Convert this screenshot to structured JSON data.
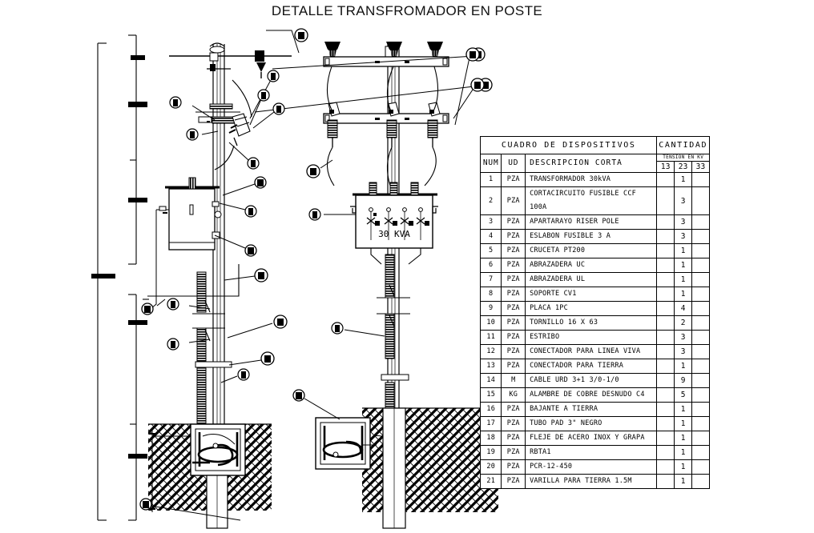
{
  "drawing": {
    "title": "DETALLE TRANSFROMADOR EN POSTE",
    "transformer_rating_label": "30 KVA"
  },
  "table": {
    "title": "CUADRO DE DISPOSITIVOS",
    "quantity_header": "CANTIDAD",
    "tension_header": "TENSION EN KV",
    "columns": {
      "num": "NUM",
      "ud": "UD",
      "description": "DESCRIPCION CORTA"
    },
    "kv_columns": [
      "13",
      "23",
      "33"
    ],
    "rows": [
      {
        "num": "1",
        "ud": "PZA",
        "desc": "TRANSFORMADOR 30kVA",
        "q13": "",
        "q23": "1",
        "q33": ""
      },
      {
        "num": "2",
        "ud": "PZA",
        "desc": "CORTACIRCUITO FUSIBLE CCF 100A",
        "q13": "",
        "q23": "3",
        "q33": ""
      },
      {
        "num": "3",
        "ud": "PZA",
        "desc": "APARTARAYO RISER POLE",
        "q13": "",
        "q23": "3",
        "q33": ""
      },
      {
        "num": "4",
        "ud": "PZA",
        "desc": "ESLABON FUSIBLE 3 A",
        "q13": "",
        "q23": "3",
        "q33": ""
      },
      {
        "num": "5",
        "ud": "PZA",
        "desc": "CRUCETA PT200",
        "q13": "",
        "q23": "1",
        "q33": ""
      },
      {
        "num": "6",
        "ud": "PZA",
        "desc": "ABRAZADERA UC",
        "q13": "",
        "q23": "1",
        "q33": ""
      },
      {
        "num": "7",
        "ud": "PZA",
        "desc": "ABRAZADERA UL",
        "q13": "",
        "q23": "1",
        "q33": ""
      },
      {
        "num": "8",
        "ud": "PZA",
        "desc": "SOPORTE CV1",
        "q13": "",
        "q23": "1",
        "q33": ""
      },
      {
        "num": "9",
        "ud": "PZA",
        "desc": "PLACA 1PC",
        "q13": "",
        "q23": "4",
        "q33": ""
      },
      {
        "num": "10",
        "ud": "PZA",
        "desc": "TORNILLO 16 X 63",
        "q13": "",
        "q23": "2",
        "q33": ""
      },
      {
        "num": "11",
        "ud": "PZA",
        "desc": "ESTRIBO",
        "q13": "",
        "q23": "3",
        "q33": ""
      },
      {
        "num": "12",
        "ud": "PZA",
        "desc": "CONECTADOR PARA LINEA VIVA",
        "q13": "",
        "q23": "3",
        "q33": ""
      },
      {
        "num": "13",
        "ud": "PZA",
        "desc": "CONECTADOR PARA TIERRA",
        "q13": "",
        "q23": "1",
        "q33": ""
      },
      {
        "num": "14",
        "ud": "M",
        "desc": "CABLE URD 3+1 3/0-1/0",
        "q13": "",
        "q23": "9",
        "q33": ""
      },
      {
        "num": "15",
        "ud": "KG",
        "desc": "ALAMBRE DE COBRE DESNUDO C4",
        "q13": "",
        "q23": "5",
        "q33": ""
      },
      {
        "num": "16",
        "ud": "PZA",
        "desc": "BAJANTE A TIERRA",
        "q13": "",
        "q23": "1",
        "q33": ""
      },
      {
        "num": "17",
        "ud": "PZA",
        "desc": "TUBO PAD 3\" NEGRO",
        "q13": "",
        "q23": "1",
        "q33": ""
      },
      {
        "num": "18",
        "ud": "PZA",
        "desc": "FLEJE DE ACERO INOX Y GRAPA",
        "q13": "",
        "q23": "1",
        "q33": ""
      },
      {
        "num": "19",
        "ud": "PZA",
        "desc": "RBTA1",
        "q13": "",
        "q23": "1",
        "q33": ""
      },
      {
        "num": "20",
        "ud": "PZA",
        "desc": "PCR-12-450",
        "q13": "",
        "q23": "1",
        "q33": ""
      },
      {
        "num": "21",
        "ud": "PZA",
        "desc": "VARILLA PARA TIERRA 1.5M",
        "q13": "",
        "q23": "1",
        "q33": ""
      }
    ]
  },
  "colors": {
    "line": "#000000",
    "background": "#ffffff"
  }
}
